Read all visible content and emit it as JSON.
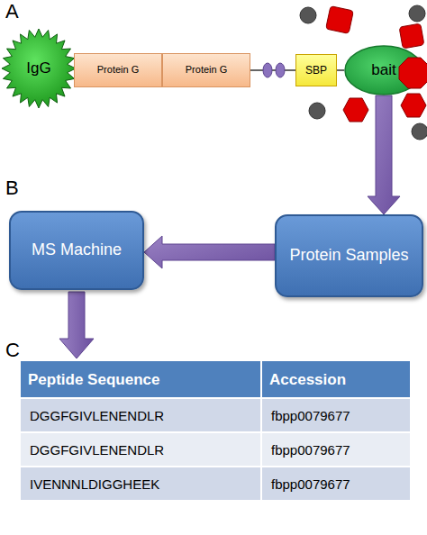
{
  "diagram": {
    "nodes": [
      {
        "text": [
          "IgG"
        ]
      },
      {
        "text": [
          "Protein G"
        ]
      },
      {
        "text": [
          "Protein G"
        ]
      },
      {
        "text": [
          "SBP"
        ]
      },
      {
        "text": [
          "bait"
        ]
      },
      {
        "text": [
          "MS Machine"
        ]
      },
      {
        "text": [
          "Protein Samples"
        ]
      }
    ],
    "edges": [
      {
        "from": 2,
        "to": 3,
        "arrow": "none"
      },
      {
        "from": 3,
        "to": 4,
        "arrow": "none"
      },
      {
        "from": 4,
        "to": 6,
        "arrow": "to"
      },
      {
        "from": 6,
        "to": 5,
        "arrow": "to"
      }
    ],
    "labels": [
      "A",
      "B",
      "C",
      "Peptide Sequence",
      "Accession",
      "DGGFGIVLENENDLR",
      "fbpp0079677",
      "DGGFGIVLENENDLR",
      "fbpp0079677",
      "IVENNNLDIGGHEEK",
      "fbpp0079677"
    ]
  }
}
